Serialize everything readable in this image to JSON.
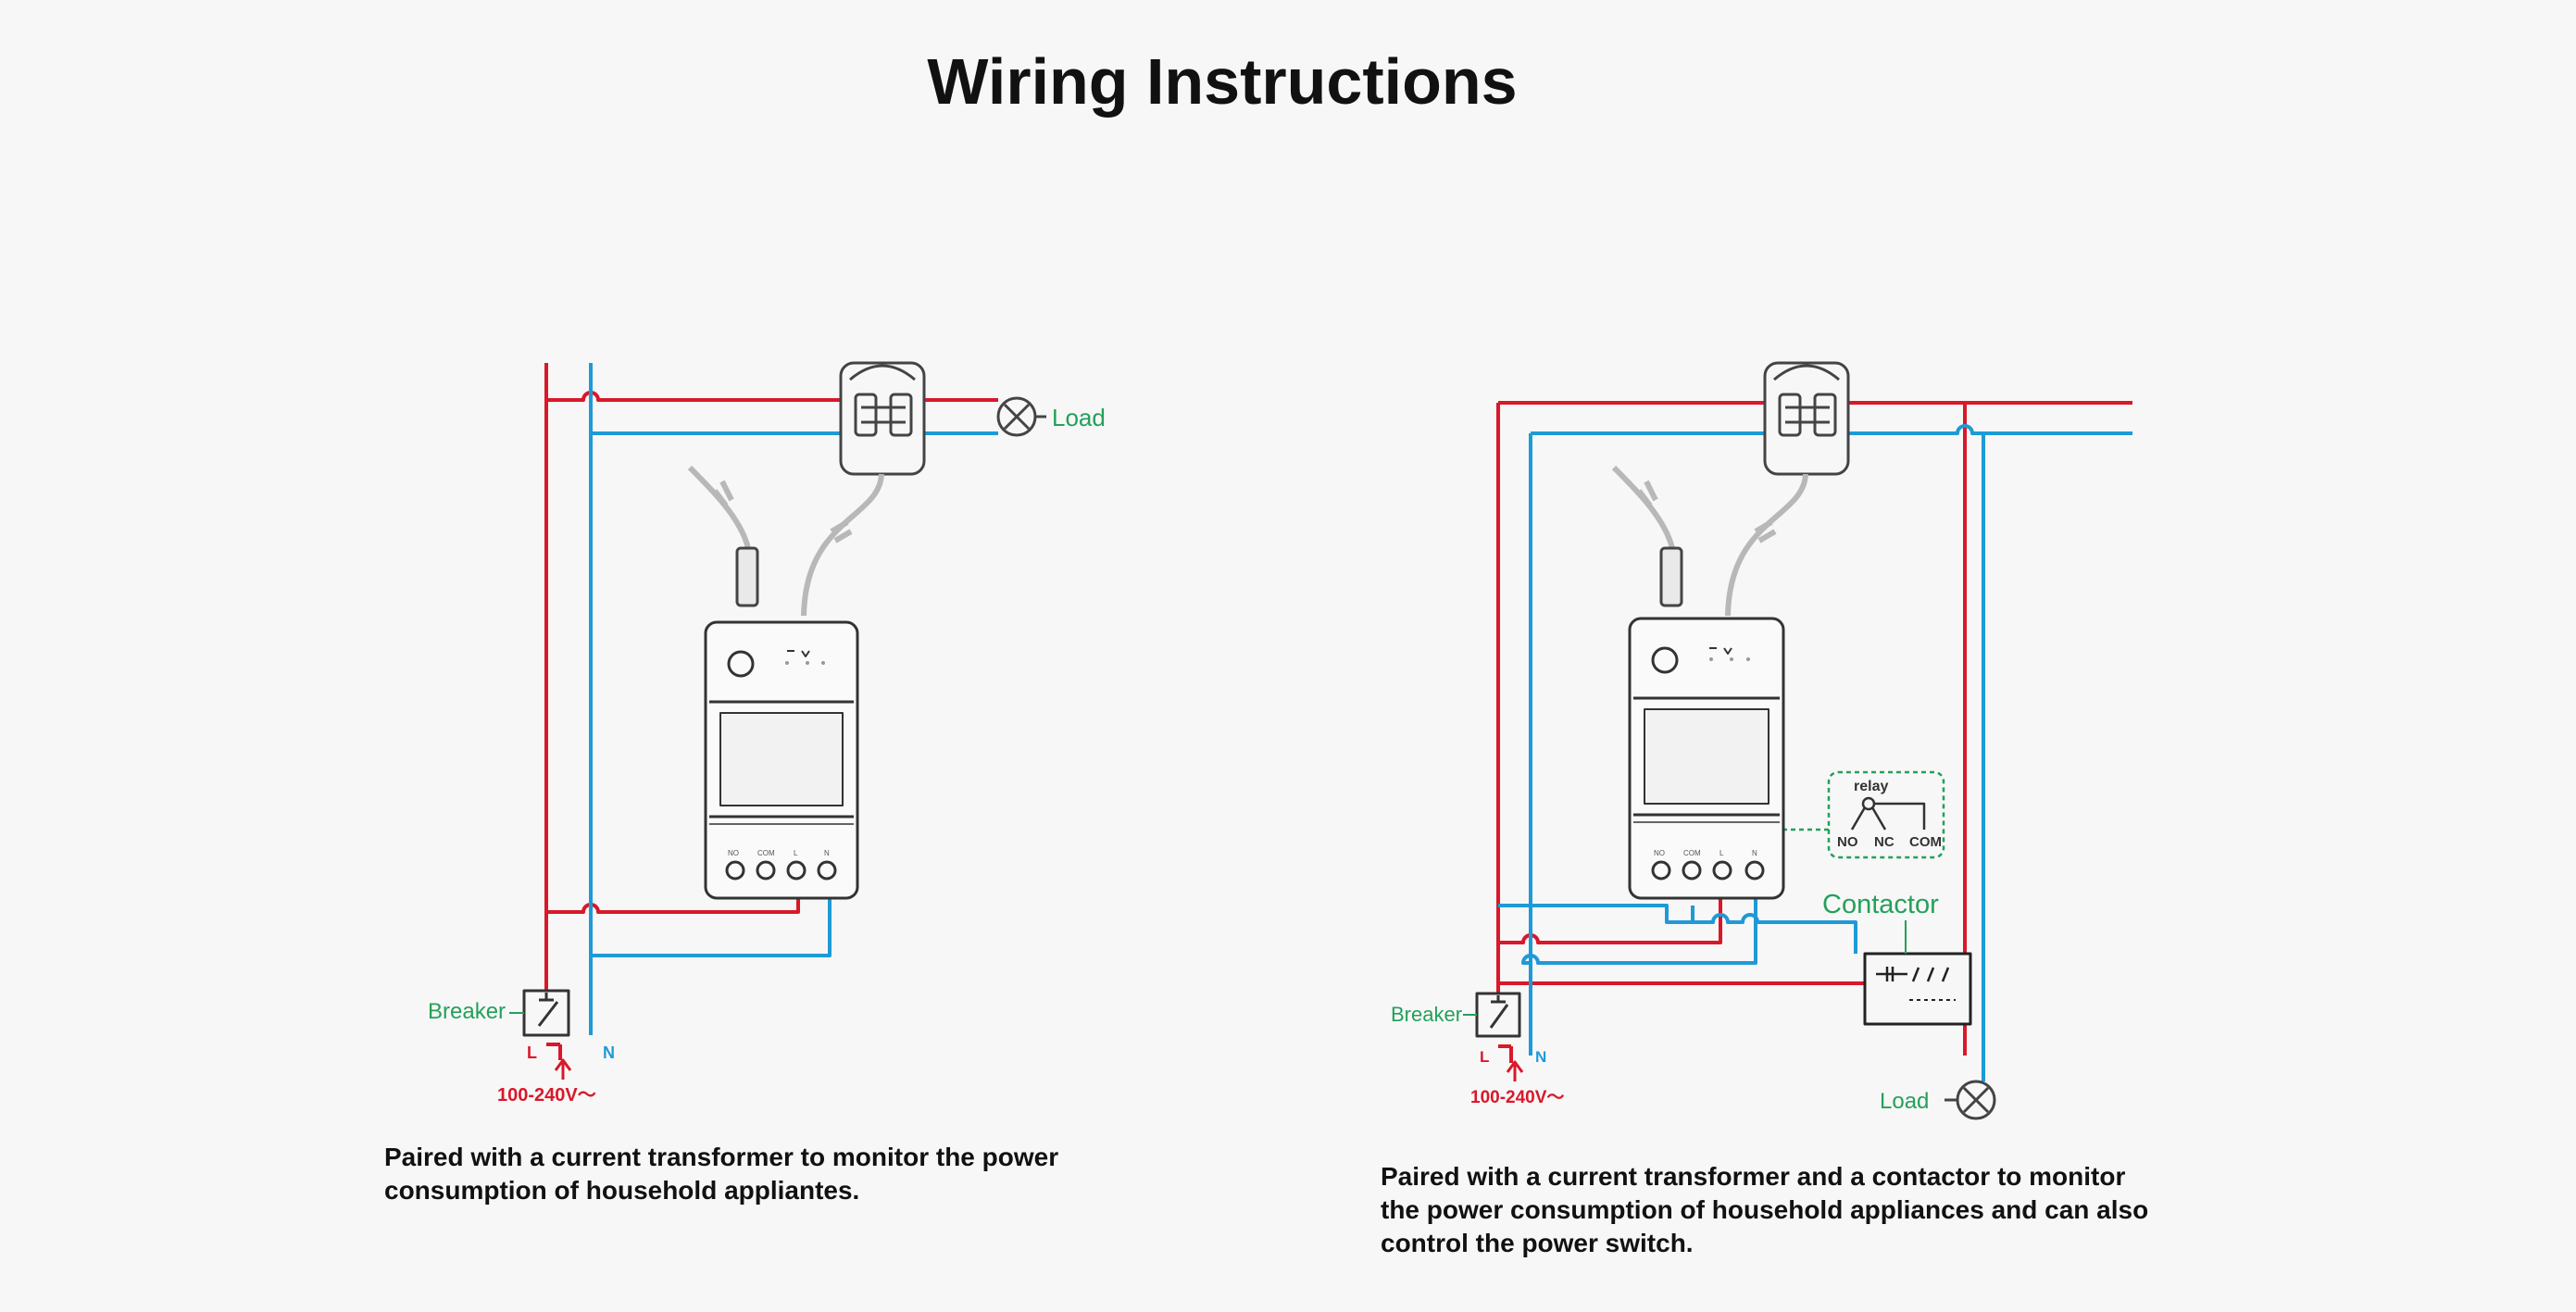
{
  "title": "Wiring Instructions",
  "left": {
    "load": "Load",
    "breaker": "Breaker",
    "l": "L",
    "n": "N",
    "voltage": "100-240V～",
    "terminals": [
      "NO",
      "COM",
      "L",
      "N"
    ],
    "caption": "Paired with a current transformer to monitor the power consumption of household appliantes."
  },
  "right": {
    "load": "Load",
    "breaker": "Breaker",
    "l": "L",
    "n": "N",
    "voltage": "100-240V～",
    "contactor": "Contactor",
    "relay": "relay",
    "relay_no": "NO",
    "relay_nc": "NC",
    "relay_com": "COM",
    "terminals": [
      "NO",
      "COM",
      "L",
      "N"
    ],
    "caption": "Paired with a current transformer and a contactor to monitor the power consumption of household appliances and can also control the power switch."
  },
  "colors": {
    "live": "#d9182a",
    "neutral": "#1e9ad6",
    "label_green": "#24a05a",
    "device": "#333333"
  }
}
